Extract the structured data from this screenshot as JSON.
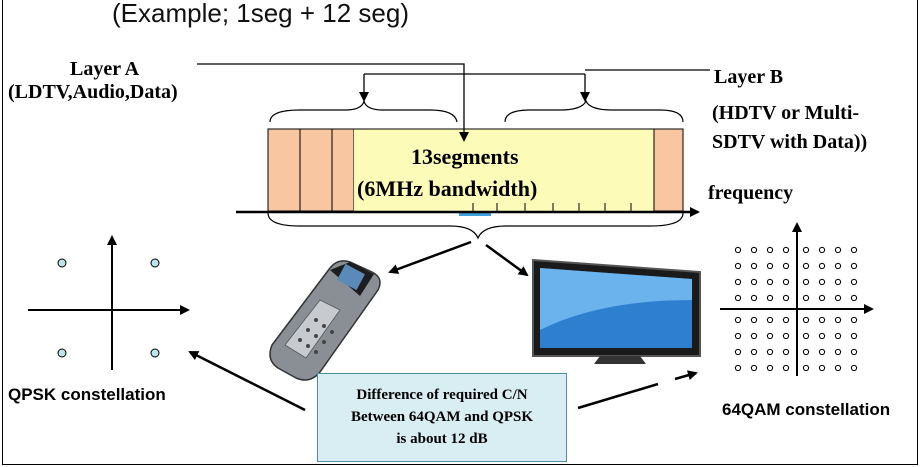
{
  "example_caption": "(Example; 1seg + 12 seg)",
  "layer_a": {
    "title": "Layer A",
    "content": "(LDTV,Audio,Data)"
  },
  "layer_b": {
    "title": "Layer B",
    "content_line1": "(HDTV or Multi-",
    "content_line2": "SDTV with Data))"
  },
  "band": {
    "line1": "13segments",
    "line2": "(6MHz bandwidth)",
    "segment_count": 13
  },
  "axis_label": "frequency",
  "left_constellation_label": "QPSK constellation",
  "right_constellation_label": "64QAM constellation",
  "note": {
    "line1": "Difference of required C/N",
    "line2": "Between 64QAM and QPSK",
    "line3": "is about 12 dB"
  },
  "colors": {
    "segment_fill": "#f8c6a0",
    "center_fill": "#fdfbb8",
    "note_fill": "#d9eef3",
    "point_fill": "#bfe3ea"
  }
}
